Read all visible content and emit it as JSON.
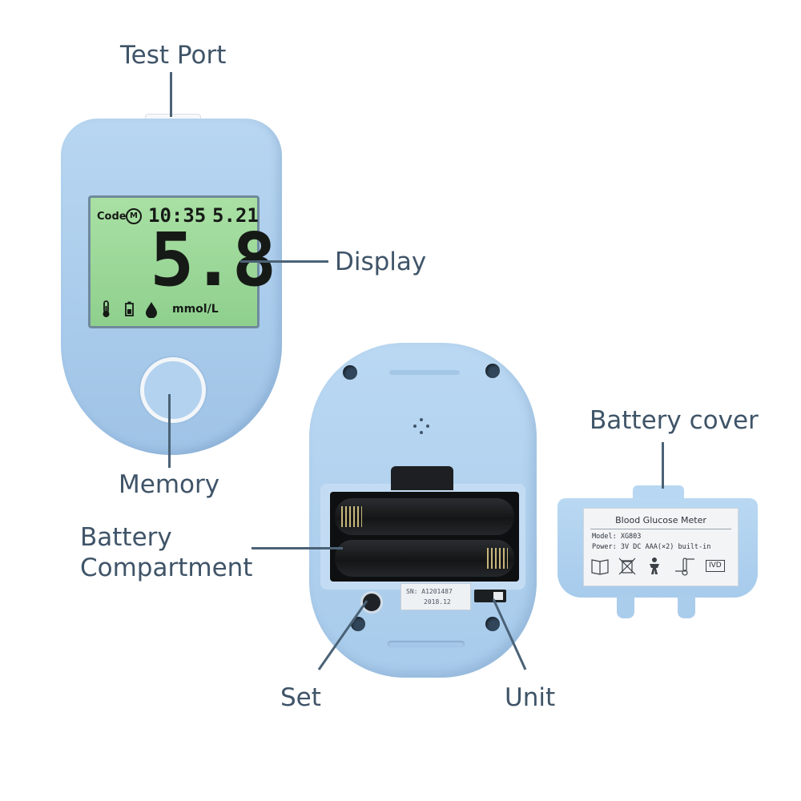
{
  "callouts": {
    "test_port": "Test Port",
    "display": "Display",
    "memory": "Memory",
    "battery_compartment_line1": "Battery",
    "battery_compartment_line2": "Compartment",
    "set": "Set",
    "unit": "Unit",
    "battery_cover": "Battery cover"
  },
  "lcd": {
    "code_label": "Code",
    "memory_symbol": "M",
    "time": "10:35",
    "date": "5.21",
    "reading": "5.8",
    "unit": "mmol/L"
  },
  "sn_sticker": {
    "serial": "SN: A1201487",
    "date": "2018.12"
  },
  "cover_label": {
    "title": "Blood Glucose Meter",
    "model": "Model: XG803",
    "power": "Power: 3V DC AAA(×2) built-in",
    "ivd": "IVD"
  },
  "colors": {
    "device_blue": "#a9cbeb",
    "lcd_green": "#9ad79a",
    "label_text": "#3f5468"
  }
}
